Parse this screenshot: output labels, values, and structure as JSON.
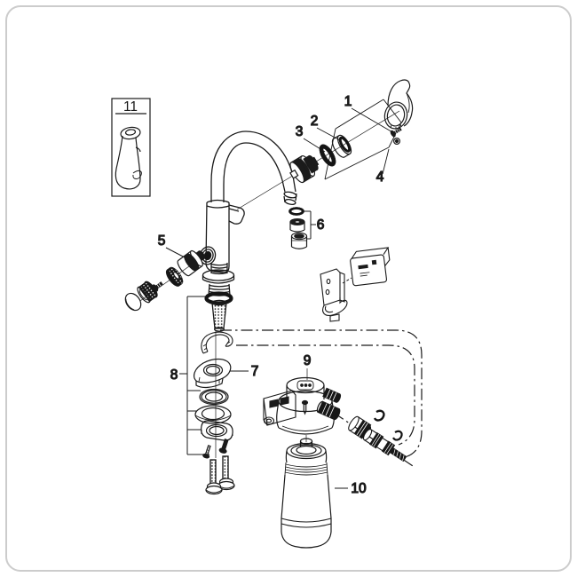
{
  "diagram": {
    "colors": {
      "background": "#ffffff",
      "line": "#1a1a1a",
      "frame": "#cccccc"
    },
    "callouts": {
      "c1": "1",
      "c2": "2",
      "c3": "3",
      "c4": "4",
      "c5": "5",
      "c6": "6",
      "c7": "7",
      "c8": "8",
      "c9": "9",
      "c10": "10",
      "c11": "11"
    }
  }
}
